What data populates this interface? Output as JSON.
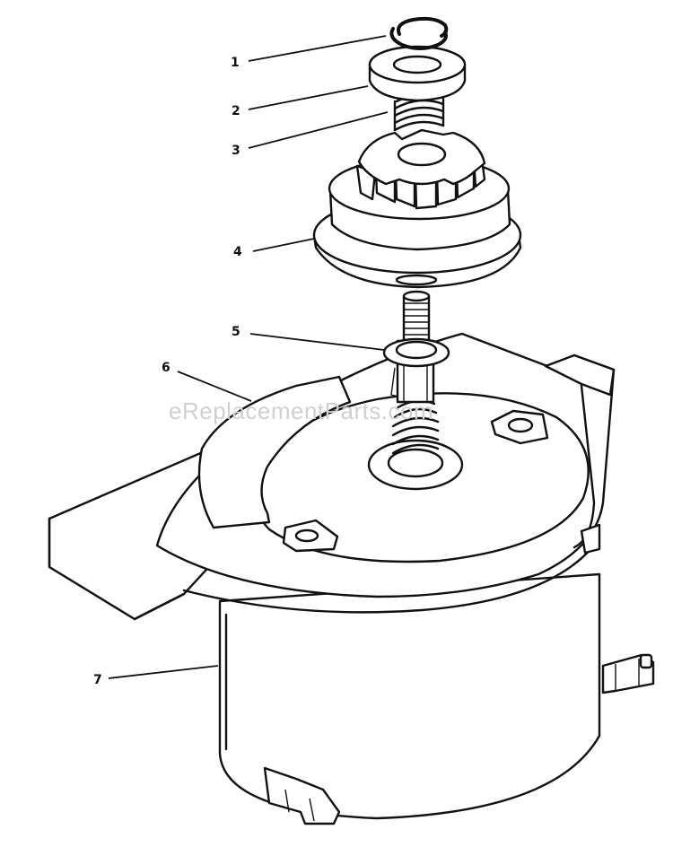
{
  "watermark": "eReplacementParts.com",
  "parts": [
    {
      "number": "1",
      "icon": "retaining-ring-icon"
    },
    {
      "number": "2",
      "icon": "stop-nut-icon"
    },
    {
      "number": "3",
      "icon": "spring-icon"
    },
    {
      "number": "4",
      "icon": "pinion-gear-icon"
    },
    {
      "number": "5",
      "icon": "washer-icon"
    },
    {
      "number": "6",
      "icon": "mounting-bracket-icon"
    },
    {
      "number": "7",
      "icon": "starter-motor-icon"
    }
  ]
}
